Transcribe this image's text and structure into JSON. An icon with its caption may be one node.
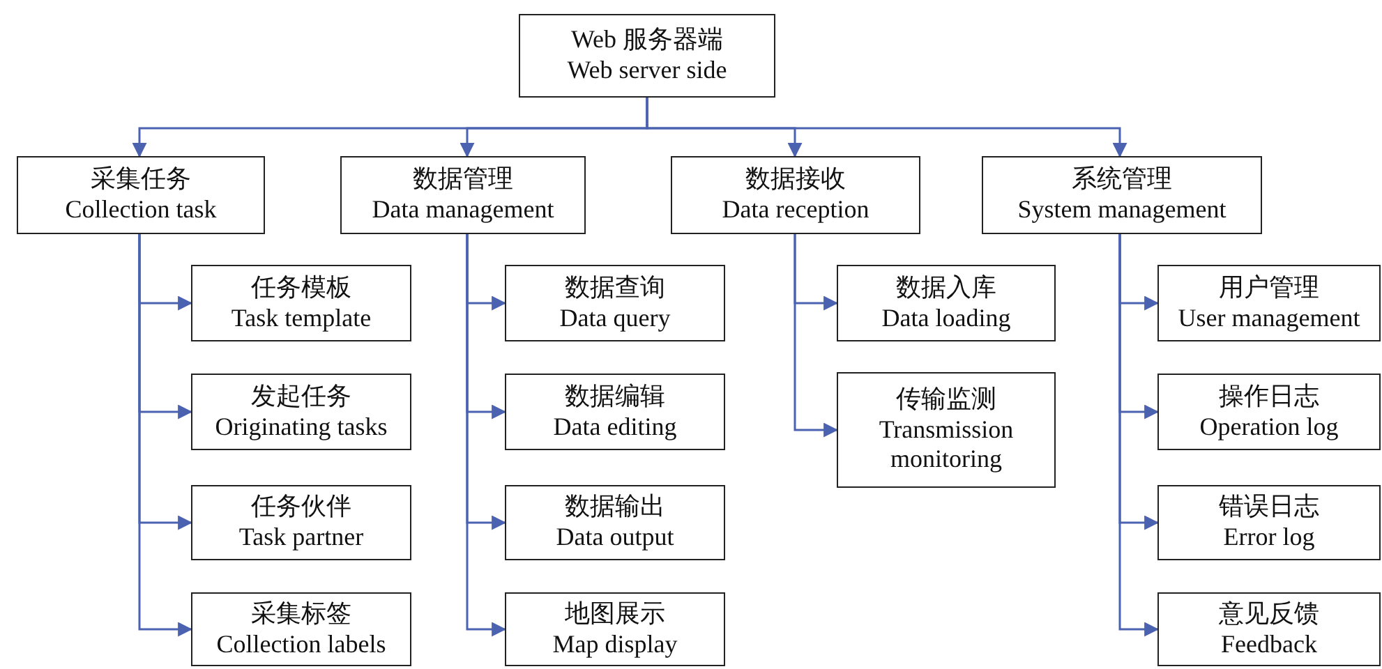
{
  "diagram": {
    "nodes": [
      {
        "text": [
          "Web 服务器端",
          "Web server side"
        ]
      },
      {
        "text": [
          "采集任务",
          "Collection task"
        ]
      },
      {
        "text": [
          "数据管理",
          "Data management"
        ]
      },
      {
        "text": [
          "数据接收",
          "Data reception"
        ]
      },
      {
        "text": [
          "系统管理",
          "System management"
        ]
      },
      {
        "text": [
          "任务模板",
          "Task template"
        ]
      },
      {
        "text": [
          "发起任务",
          "Originating tasks"
        ]
      },
      {
        "text": [
          "任务伙伴",
          "Task partner"
        ]
      },
      {
        "text": [
          "采集标签",
          "Collection labels"
        ]
      },
      {
        "text": [
          "数据查询",
          "Data query"
        ]
      },
      {
        "text": [
          "数据编辑",
          "Data editing"
        ]
      },
      {
        "text": [
          "数据输出",
          "Data output"
        ]
      },
      {
        "text": [
          "地图展示",
          "Map display"
        ]
      },
      {
        "text": [
          "数据入库",
          "Data loading"
        ]
      },
      {
        "text": [
          "传输监测",
          "Transmission monitoring"
        ]
      },
      {
        "text": [
          "用户管理",
          "User management"
        ]
      },
      {
        "text": [
          "操作日志",
          "Operation log"
        ]
      },
      {
        "text": [
          "错误日志",
          "Error log"
        ]
      },
      {
        "text": [
          "意见反馈",
          "Feedback"
        ]
      }
    ],
    "edges": [
      {
        "from": 0,
        "to": 1,
        "arrow": "to"
      },
      {
        "from": 0,
        "to": 2,
        "arrow": "to"
      },
      {
        "from": 0,
        "to": 3,
        "arrow": "to"
      },
      {
        "from": 0,
        "to": 4,
        "arrow": "to"
      },
      {
        "from": 1,
        "to": 5,
        "arrow": "to"
      },
      {
        "from": 1,
        "to": 6,
        "arrow": "to"
      },
      {
        "from": 1,
        "to": 7,
        "arrow": "to"
      },
      {
        "from": 1,
        "to": 8,
        "arrow": "to"
      },
      {
        "from": 2,
        "to": 9,
        "arrow": "to"
      },
      {
        "from": 2,
        "to": 10,
        "arrow": "to"
      },
      {
        "from": 2,
        "to": 11,
        "arrow": "to"
      },
      {
        "from": 2,
        "to": 12,
        "arrow": "to"
      },
      {
        "from": 3,
        "to": 13,
        "arrow": "to"
      },
      {
        "from": 3,
        "to": 14,
        "arrow": "to"
      },
      {
        "from": 4,
        "to": 15,
        "arrow": "to"
      },
      {
        "from": 4,
        "to": 16,
        "arrow": "to"
      },
      {
        "from": 4,
        "to": 17,
        "arrow": "to"
      },
      {
        "from": 4,
        "to": 18,
        "arrow": "to"
      }
    ]
  }
}
